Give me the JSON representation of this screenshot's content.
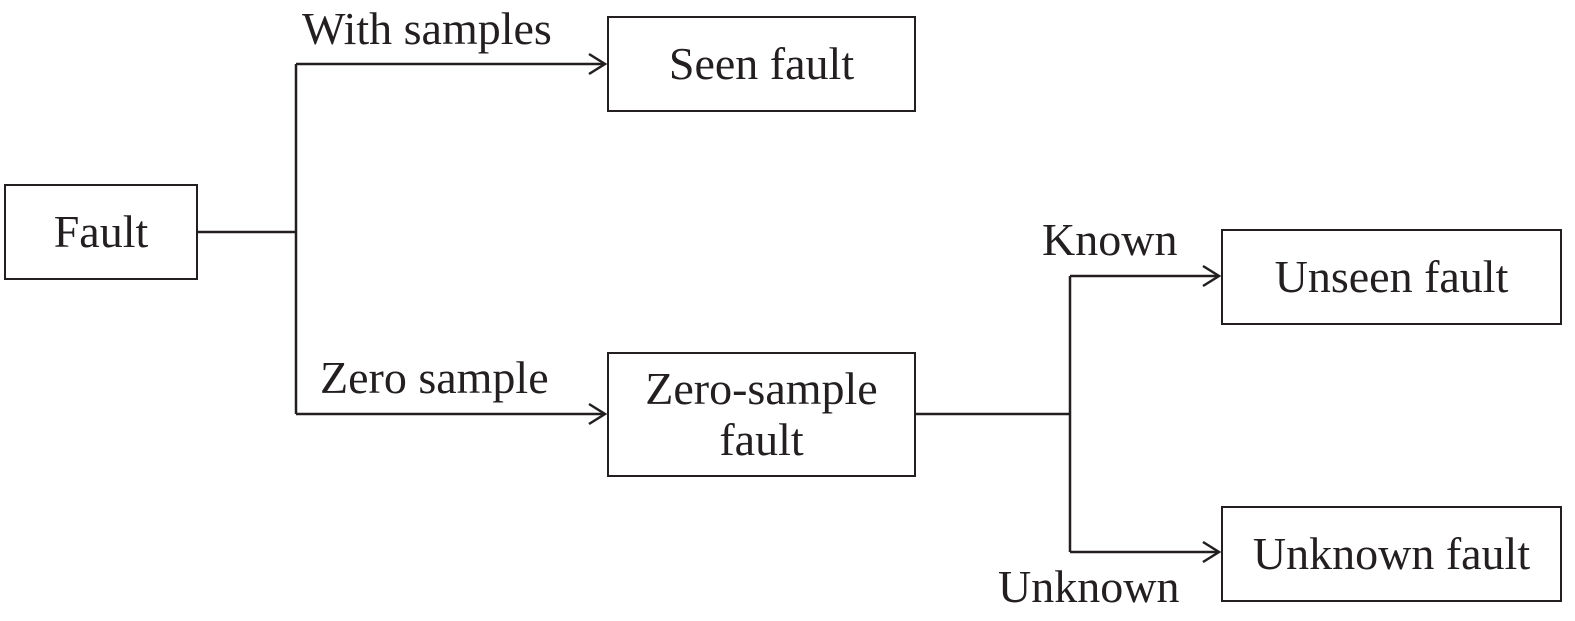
{
  "diagram": {
    "nodes": {
      "fault": "Fault",
      "seen_fault": "Seen fault",
      "zero_sample_fault": "Zero-sample\nfault",
      "unseen_fault": "Unseen fault",
      "unknown_fault": "Unknown fault"
    },
    "edge_labels": {
      "with_samples": "With samples",
      "zero_sample": "Zero sample",
      "known": "Known",
      "unknown": "Unknown"
    },
    "colors": {
      "stroke": "#231f20",
      "text": "#231f20",
      "background": "#ffffff"
    }
  }
}
